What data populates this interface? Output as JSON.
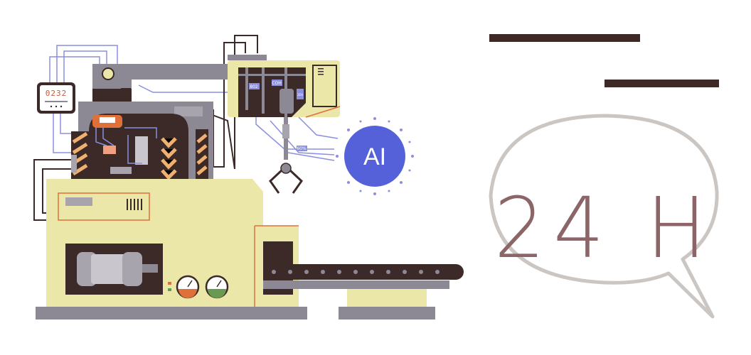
{
  "meter": {
    "reading": "0232"
  },
  "ai_badge": {
    "label": "AI"
  },
  "speech_bubble": {
    "text": "24 H"
  },
  "sensor_labels": [
    "802",
    "COH",
    "2EH",
    "60%"
  ],
  "colors": {
    "machine_yellow": "#ebe7a8",
    "machine_gray": "#8d8994",
    "dark_brown": "#3b2a27",
    "ai_blue": "#5561d9",
    "wire_blue": "#8a8fe0",
    "accent_orange": "#e0703a",
    "bubble_stroke": "#cbc6c2",
    "bubble_text": "#8b6568"
  }
}
